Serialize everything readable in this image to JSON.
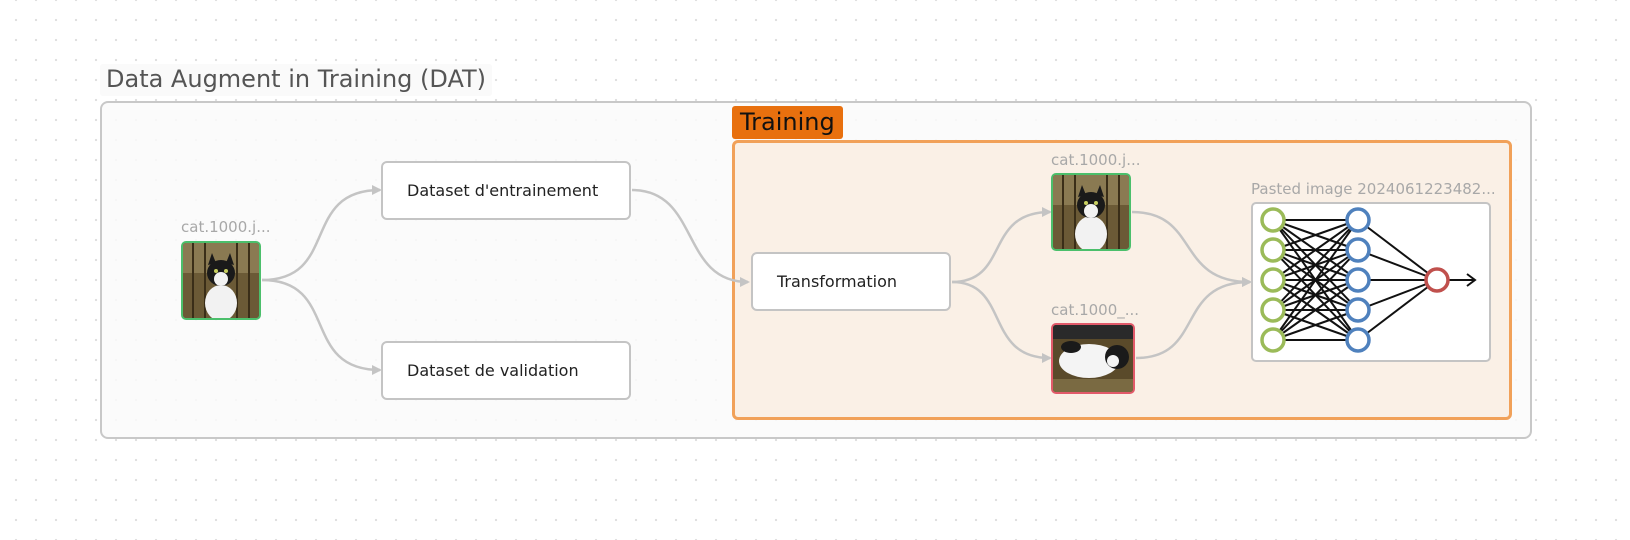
{
  "group": {
    "title": "Data Augment in Training (DAT)"
  },
  "training": {
    "label": "Training"
  },
  "nodes": {
    "train_dataset": "Dataset d'entrainement",
    "val_dataset": "Dataset de validation",
    "transformation": "Transformation"
  },
  "files": {
    "input_image": "cat.1000.j...",
    "augmented_original": "cat.1000.j...",
    "augmented_transformed": "cat.1000_...",
    "model_image": "Pasted image 2024061223482..."
  },
  "colors": {
    "training_accent": "#e8700e",
    "training_border": "#f1a159",
    "green_border": "#4bbf6b",
    "red_border": "#e25a6a",
    "nn_input": "#9bbb59",
    "nn_hidden": "#4f81bd",
    "nn_output": "#c0504d"
  }
}
